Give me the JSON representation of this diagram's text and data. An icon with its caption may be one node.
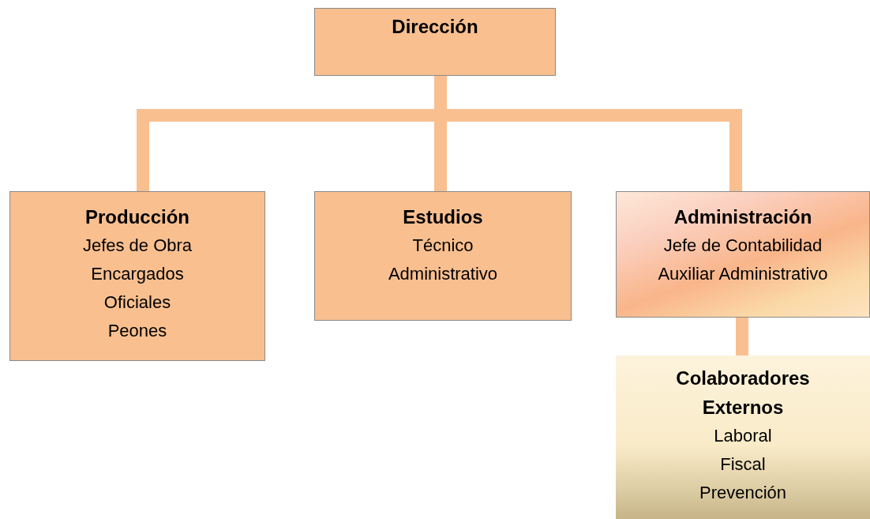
{
  "diagram": {
    "nodes": [
      {
        "text": [
          "Dirección"
        ]
      },
      {
        "text": [
          "Producción",
          "Jefes de Obra",
          "Encargados",
          "Oficiales",
          "Peones"
        ]
      },
      {
        "text": [
          "Estudios",
          "Técnico",
          "Administrativo"
        ]
      },
      {
        "text": [
          "Administración",
          "Jefe de Contabilidad",
          "Auxiliar Administrativo"
        ]
      },
      {
        "text": [
          "Colaboradores Externos",
          "Laboral",
          "Fiscal",
          "Prevención"
        ]
      }
    ],
    "edges": [
      {
        "from": 0,
        "to": 1,
        "arrow": "none"
      },
      {
        "from": 0,
        "to": 2,
        "arrow": "none"
      },
      {
        "from": 0,
        "to": 3,
        "arrow": "none"
      },
      {
        "from": 3,
        "to": 4,
        "arrow": "none"
      }
    ]
  }
}
